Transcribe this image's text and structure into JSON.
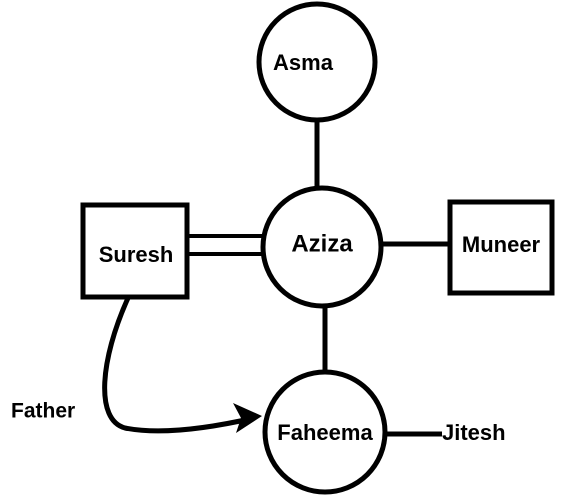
{
  "diagram": {
    "colors": {
      "stroke": "#000000",
      "fill": "#ffffff",
      "text": "#000000"
    },
    "nodes": {
      "asma": {
        "label": "Asma",
        "shape": "circle"
      },
      "aziza": {
        "label": "Aziza",
        "shape": "circle"
      },
      "suresh": {
        "label": "Suresh",
        "shape": "rectangle"
      },
      "muneer": {
        "label": "Muneer",
        "shape": "rectangle"
      },
      "faheema": {
        "label": "Faheema",
        "shape": "circle"
      }
    },
    "labels": {
      "father": "Father",
      "jitesh": "Jitesh"
    },
    "edges": [
      {
        "from": "Asma",
        "to": "Aziza",
        "style": "line"
      },
      {
        "from": "Suresh",
        "to": "Aziza",
        "style": "double-line"
      },
      {
        "from": "Aziza",
        "to": "Muneer",
        "style": "line"
      },
      {
        "from": "Aziza",
        "to": "Faheema",
        "style": "line"
      },
      {
        "from": "Suresh",
        "to": "Faheema",
        "style": "curved-arrow",
        "label": "Father"
      },
      {
        "from": "Faheema",
        "to": "Jitesh",
        "style": "line"
      }
    ]
  }
}
